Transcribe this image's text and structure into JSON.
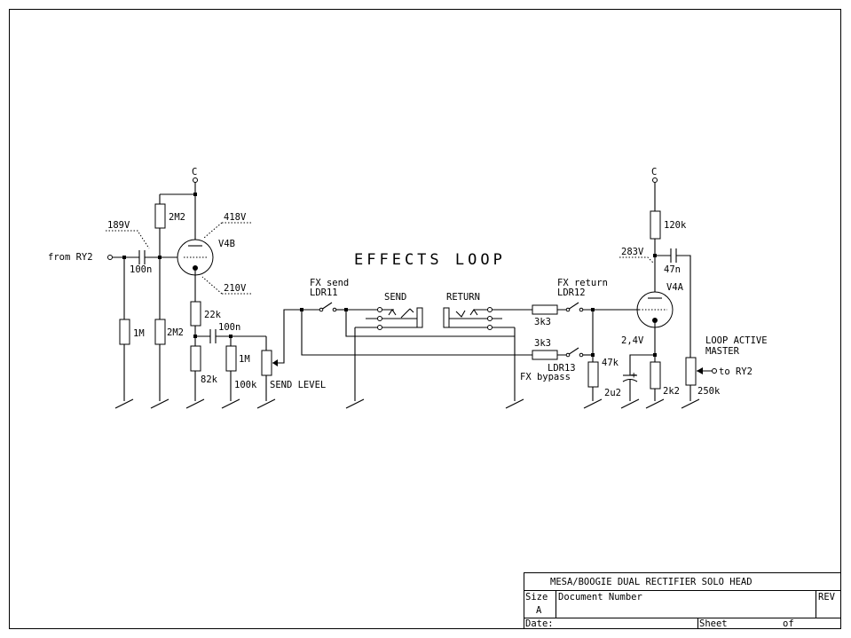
{
  "diagram": {
    "heading": "EFFECTS LOOP",
    "supply_c_left": "C",
    "supply_c_right": "C",
    "from_ry2": "from RY2",
    "to_ry2": "to RY2",
    "voltages": {
      "v189": "189V",
      "v418": "418V",
      "v210": "210V",
      "v283": "283V",
      "v2_4": "2,4V"
    },
    "tubes": {
      "v4b": "V4B",
      "v4a": "V4A"
    },
    "components": {
      "r_2m2_top": "2M2",
      "c_100n_in": "100n",
      "r_1m_left": "1M",
      "r_2m2_bottom": "2M2",
      "r_22k": "22k",
      "c_100n_mid": "100n",
      "r_82k": "82k",
      "r_1m_mid": "1M",
      "pot_100k": "100k",
      "r_120k": "120k",
      "c_47n": "47n",
      "r_3k3_a": "3k3",
      "r_3k3_b": "3k3",
      "r_47k": "47k",
      "c_2u2": "2u2",
      "c_plus": "+",
      "r_2k2": "2k2",
      "pot_250k": "250k"
    },
    "labels": {
      "send_level": "SEND LEVEL",
      "fx_send": "FX send",
      "ldr11": "LDR11",
      "send": "SEND",
      "return": "RETURN",
      "fx_return": "FX return",
      "ldr12": "LDR12",
      "ldr13": "LDR13",
      "fx_bypass": "FX bypass",
      "loop_active": "LOOP ACTIVE",
      "master": "MASTER"
    }
  },
  "title_block": {
    "title": "MESA/BOOGIE DUAL RECTIFIER SOLO HEAD",
    "size_label": "Size",
    "size_value": "A",
    "docnum_label": "Document Number",
    "rev_label": "REV",
    "date_label": "Date:",
    "sheet_label": "Sheet",
    "of_label": "of"
  }
}
